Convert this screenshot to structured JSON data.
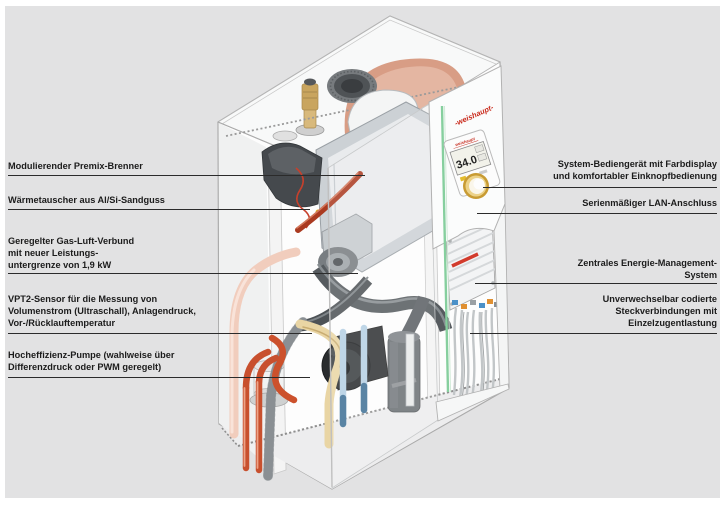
{
  "brand": {
    "cover_logo": "-weishaupt-",
    "display_brand": "weishaupt",
    "logo_color": "#c92a1c"
  },
  "display": {
    "value": "34.0"
  },
  "callouts": {
    "left_1": {
      "text": "Modulierender Premix-Brenner"
    },
    "left_2": {
      "text": "Wärmetauscher aus Al/Si-Sandguss"
    },
    "left_3": {
      "text": "Geregelter Gas-Luft-Verbund\nmit neuer Leistungs-\nuntergrenze von 1,9 kW"
    },
    "left_4": {
      "text": "VPT2-Sensor für die Messung von\nVolumenstrom (Ultraschall), Anlagendruck,\nVor-/Rücklauftemperatur"
    },
    "left_5": {
      "text": "Hocheffizienz-Pumpe (wahlweise über\nDifferenzdruck oder PWM geregelt)"
    },
    "right_1": {
      "text": "System-Bediengerät mit Farbdisplay\nund komfortabler Einknopfbedienung"
    },
    "right_2": {
      "text": "Serienmäßiger LAN-Anschluss"
    },
    "right_3": {
      "text": "Zentrales Energie-Management-\nSystem"
    },
    "right_4": {
      "text": "Unverwechselbar codierte\nSteckverbindungen mit\nEinzelzugentlastung"
    }
  },
  "colors": {
    "background": "#e2e2e3",
    "callout_line": "#2b2b2b",
    "vessel_salmon": "#d89d85",
    "green_stripe": "#86cf9e",
    "knob_gold": "#c89b33",
    "brand_red": "#c92a1c"
  }
}
